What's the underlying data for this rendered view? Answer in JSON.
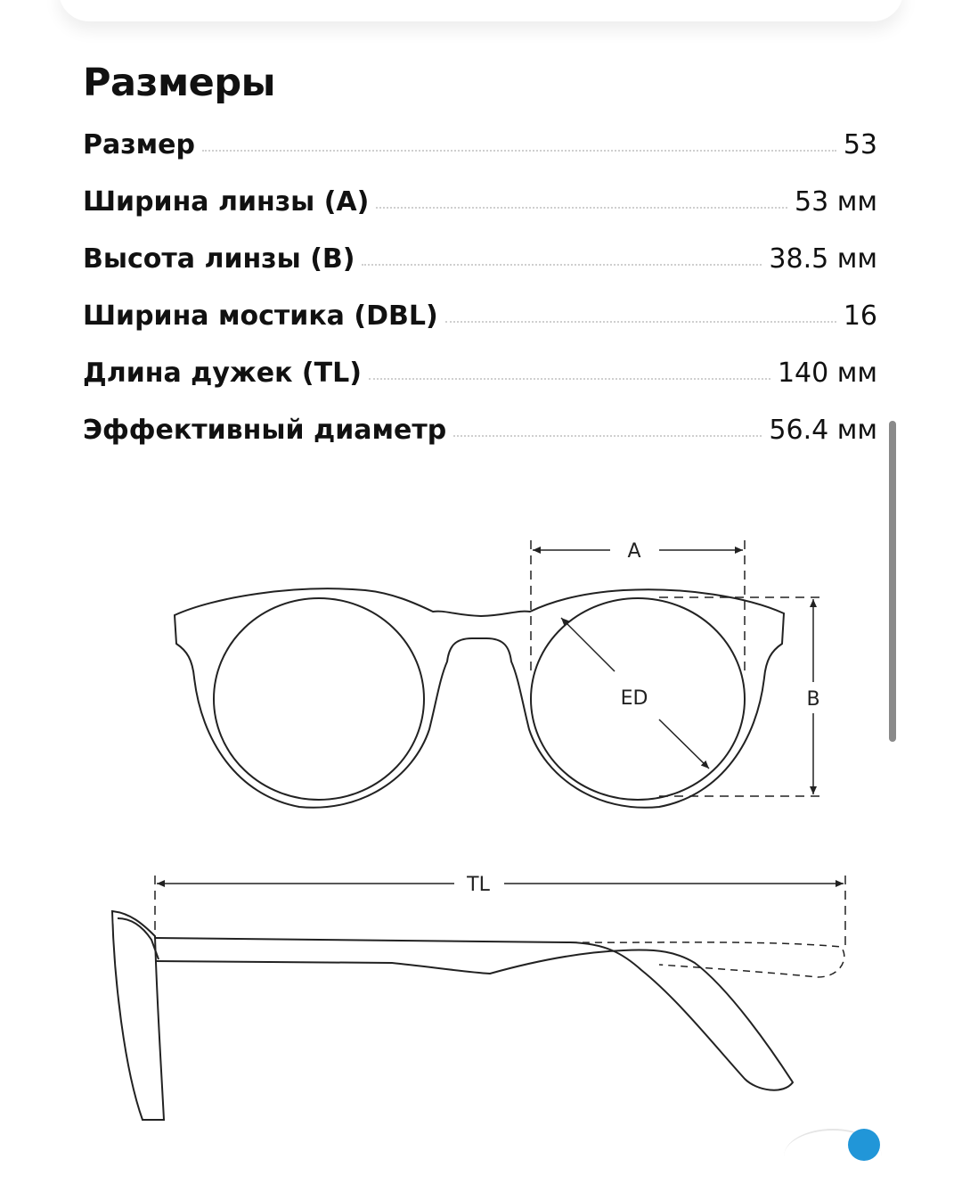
{
  "title": "Размеры",
  "specs": [
    {
      "label": "Размер",
      "value": "53"
    },
    {
      "label": "Ширина линзы (A)",
      "value": "53 мм"
    },
    {
      "label": "Высота линзы (B)",
      "value": "38.5 мм"
    },
    {
      "label": "Ширина мостика (DBL)",
      "value": "16"
    },
    {
      "label": "Длина дужек (TL)",
      "value": "140 мм"
    },
    {
      "label": "Эффективный диаметр",
      "value": "56.4 мм"
    }
  ],
  "diagram": {
    "label_a": "A",
    "label_b": "B",
    "label_ed": "ED",
    "label_tl": "TL"
  }
}
